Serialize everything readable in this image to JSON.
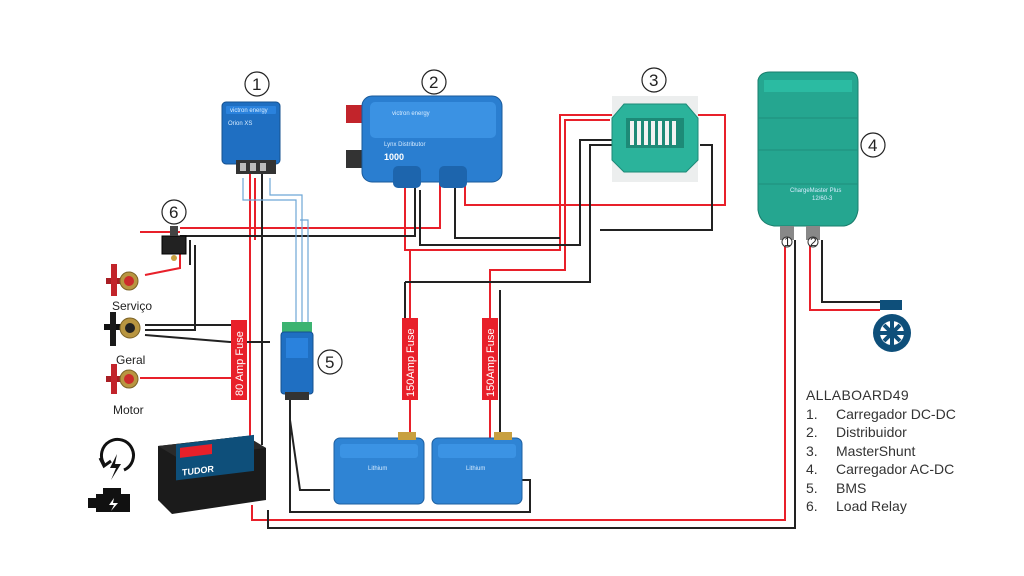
{
  "legend": {
    "title": "ALLABOARD49",
    "items": [
      {
        "num": "1.",
        "label": "Carregador DC-DC"
      },
      {
        "num": "2.",
        "label": "Distribuidor"
      },
      {
        "num": "3.",
        "label": "MasterShunt"
      },
      {
        "num": "4.",
        "label": "Carregador AC-DC"
      },
      {
        "num": "5.",
        "label": "BMS"
      },
      {
        "num": "6.",
        "label": "Load Relay"
      }
    ]
  },
  "markers": {
    "m1": "1",
    "m2": "2",
    "m3": "3",
    "m4": "4",
    "m5": "5",
    "m6": "6"
  },
  "charger_terminals": {
    "t1": "1",
    "t2": "2"
  },
  "switches": {
    "servico": "Serviço",
    "geral": "Geral",
    "motor": "Motor"
  },
  "fuses": {
    "f80": "80 Amp Fuse",
    "f150a": "150Amp Fuse",
    "f150b": "150Amp Fuse"
  },
  "devices": {
    "dcdc_brand": "victron energy",
    "dcdc_model": "Orion XS",
    "dist_brand": "victron energy",
    "dist_model": "Lynx Distributor",
    "dist_value": "1000",
    "battery_brand": "TUDOR",
    "lithium_a": "Lithium",
    "lithium_b": "Lithium",
    "charger_brand": "ChargeMaster Plus",
    "charger_model": "12/60-3"
  },
  "colors": {
    "positive": "#e8202a",
    "negative": "#222222",
    "victron_blue": "#1f6fc2",
    "mastervolt_teal": "#25a690"
  }
}
